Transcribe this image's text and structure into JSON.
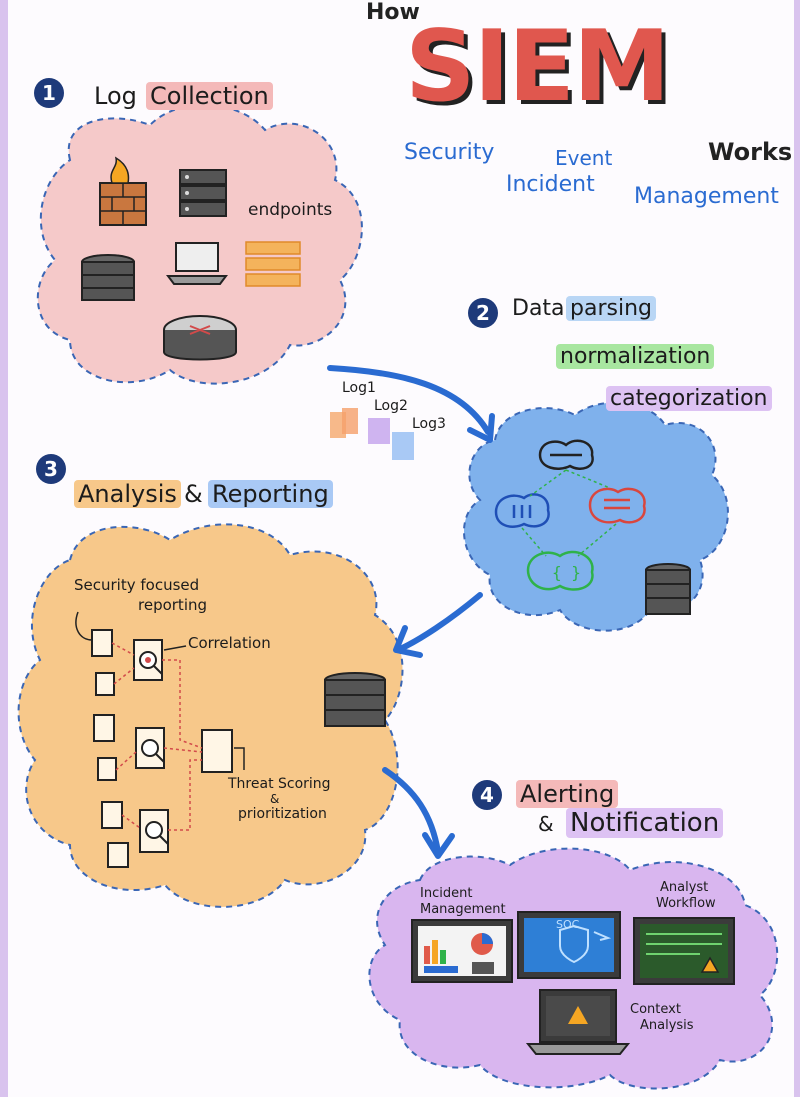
{
  "header": {
    "how": "How",
    "acronym": "SIEM",
    "works": "Works",
    "expansion": [
      "Security",
      "Incident",
      "Event",
      "Management"
    ]
  },
  "steps": [
    {
      "number": "1",
      "title_plain": "Log",
      "title_highlight": "Collection",
      "highlight_color": "#f4b9b9"
    },
    {
      "number": "2",
      "title_plain": "Data",
      "title_highlight": "parsing",
      "highlight_color": "#b9d6f5"
    },
    {
      "number": "3",
      "title_part1": "Analysis",
      "title_amp": "&",
      "title_part2": "Reporting"
    },
    {
      "number": "4",
      "title_part1": "Alerting",
      "title_amp": "&",
      "title_part2": "Notification"
    }
  ],
  "collection": {
    "endpoints_label": "endpoints"
  },
  "parsing": {
    "normalization": "normalization",
    "categorization": "categorization"
  },
  "logs": [
    "Log1",
    "Log2",
    "Log3"
  ],
  "analysis": {
    "security_reporting": [
      "Security focused",
      "reporting"
    ],
    "correlation": "Correlation",
    "threat_scoring": [
      "Threat Scoring",
      "&",
      "prioritization"
    ]
  },
  "alerting": {
    "incident_management": [
      "Incident",
      "Management"
    ],
    "analyst_workflow": [
      "Analyst",
      "Workflow"
    ],
    "context_analysis": [
      "Context",
      "Analysis"
    ],
    "soc_label": "SOC"
  },
  "colors": {
    "blue_text": "#2a6bd1",
    "pink_cloud": "#f5c9c9",
    "blue_cloud": "#7fb1ec",
    "orange_cloud": "#f7c88a",
    "purple_cloud": "#d9b6ef",
    "siem_red": "#e0574e",
    "step_badge": "#1e3a7a"
  }
}
